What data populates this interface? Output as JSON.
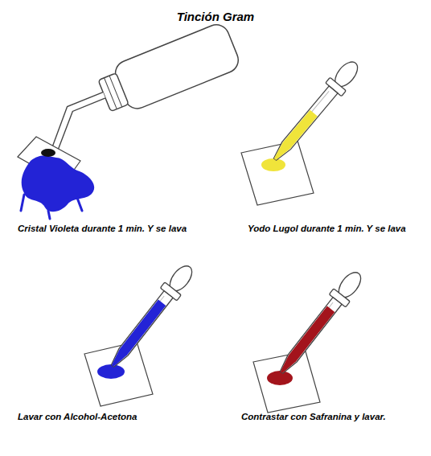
{
  "diagram": {
    "title": "Tinción Gram",
    "labels": [
      "Cristal Violeta durante 1 min. Y se lava",
      "Yodo Lugol durante 1 min. Y se lava",
      "Lavar con Alcohol-Acetona",
      "Contrastar con Safranina y lavar."
    ]
  }
}
